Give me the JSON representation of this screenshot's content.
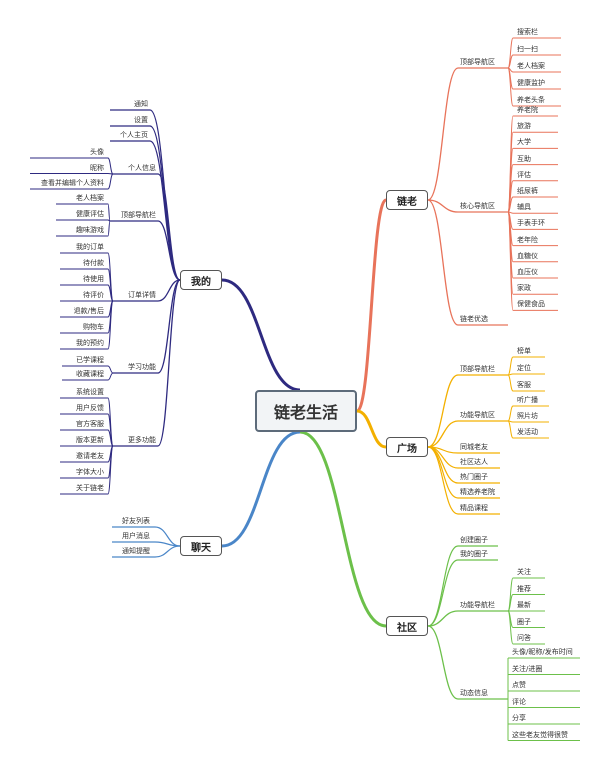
{
  "title": "链老生活",
  "colors": {
    "lianlao": "#e8735a",
    "guangchang": "#f3b000",
    "shequ": "#6cc04a",
    "wode": "#2e2a80",
    "liaotian": "#4a86c8"
  },
  "branches": {
    "lianlao": {
      "label": "链老",
      "groups": [
        {
          "label": "顶部导航区",
          "items": [
            "搜索栏",
            "扫一扫",
            "老人档案",
            "健康监护",
            "养老头条"
          ]
        },
        {
          "label": "核心导航区",
          "items": [
            "养老院",
            "旅游",
            "大学",
            "互助",
            "评估",
            "纸尿裤",
            "辅具",
            "手表手环",
            "老年险",
            "血糖仪",
            "血压仪",
            "家政",
            "保健食品"
          ]
        }
      ],
      "leaves": [
        "链老优选"
      ]
    },
    "guangchang": {
      "label": "广场",
      "groups": [
        {
          "label": "顶部导航栏",
          "items": [
            "榜单",
            "定位",
            "客服"
          ]
        },
        {
          "label": "功能导航区",
          "items": [
            "听广播",
            "照片坊",
            "发活动"
          ]
        }
      ],
      "leaves": [
        "同城老友",
        "社区达人",
        "热门圈子",
        "精选养老院",
        "精品课程"
      ]
    },
    "shequ": {
      "label": "社区",
      "leaves": [
        "创建圈子",
        "我的圈子"
      ],
      "groups": [
        {
          "label": "功能导航栏",
          "items": [
            "关注",
            "推荐",
            "最新",
            "圈子",
            "问答"
          ]
        },
        {
          "label": "动态信息",
          "items": [
            "头像/昵称/发布时间",
            "关注/进圈",
            "点赞",
            "评论",
            "分享",
            "这些老友觉得很赞"
          ]
        }
      ]
    },
    "wode": {
      "label": "我的",
      "leaves_top": [
        "通知",
        "设置",
        "个人主页"
      ],
      "groups": [
        {
          "label": "个人信息",
          "items": [
            "头像",
            "昵称",
            "查看并编辑个人资料"
          ]
        },
        {
          "label": "顶部导航栏",
          "items": [
            "老人档案",
            "健康评估",
            "趣味游戏"
          ]
        },
        {
          "label": "订单详情",
          "items": [
            "我的订单",
            "待付款",
            "待使用",
            "待评价",
            "退款/售后",
            "购物车",
            "我的预约"
          ]
        },
        {
          "label": "学习功能",
          "items": [
            "已学课程",
            "收藏课程"
          ]
        },
        {
          "label": "更多功能",
          "items": [
            "系统设置",
            "用户反馈",
            "官方客服",
            "版本更新",
            "邀请老友",
            "字体大小",
            "关于链老"
          ]
        }
      ]
    },
    "liaotian": {
      "label": "聊天",
      "leaves": [
        "好友列表",
        "用户消息",
        "通知提醒"
      ]
    }
  }
}
